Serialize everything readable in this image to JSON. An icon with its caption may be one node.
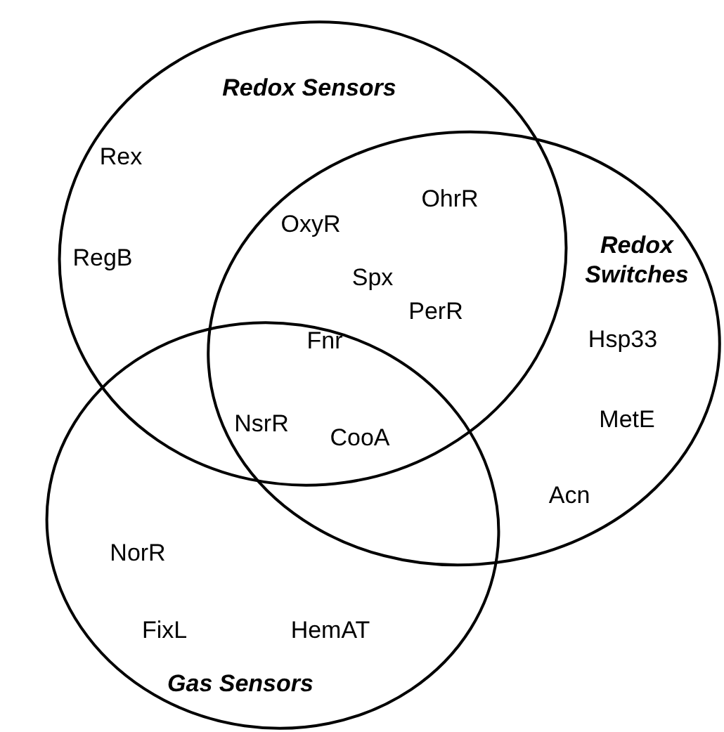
{
  "diagram": {
    "nodes": [
      {
        "text": [
          "Redox Sensors"
        ]
      },
      {
        "text": [
          "Redox Switches"
        ]
      },
      {
        "text": [
          "Gas Sensors"
        ]
      }
    ],
    "labels": [
      "Rex",
      "OhrR",
      "OxyR",
      "RegB",
      "Spx",
      "PerR",
      "Hsp33",
      "Fnr",
      "MetE",
      "NsrR",
      "CooA",
      "Acn",
      "NorR",
      "FixL",
      "HemAT"
    ]
  }
}
